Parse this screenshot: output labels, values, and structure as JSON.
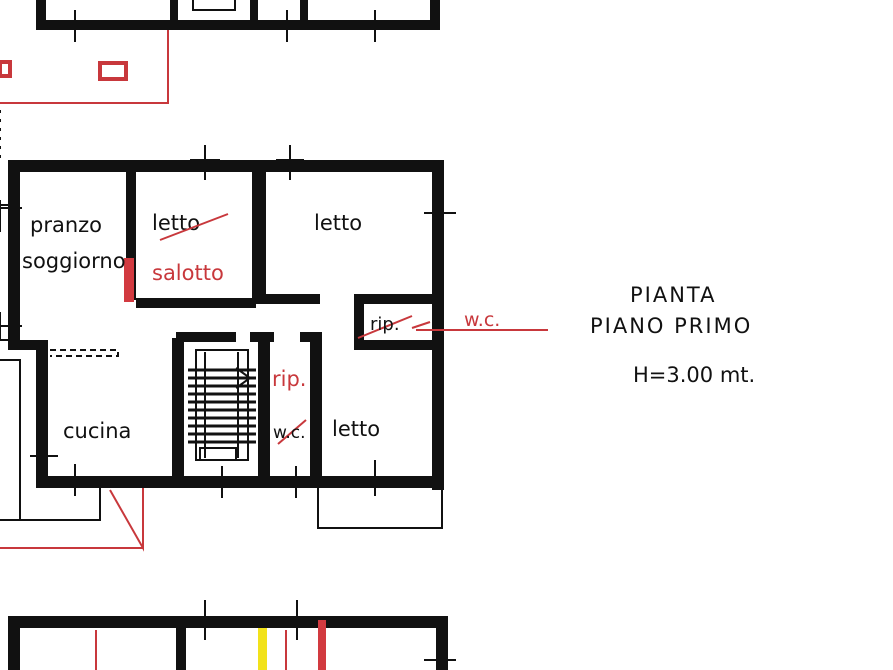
{
  "plan": {
    "title_line1": "PIANTA",
    "title_line2": "PIANO PRIMO",
    "height_note": "H=3.00 mt.",
    "rooms": {
      "pranzo": "pranzo",
      "soggiorno": "soggiorno",
      "letto_struck": "letto",
      "salotto": "salotto",
      "letto_top_right": "letto",
      "rip_struck": "rip.",
      "wc_new": "w.c.",
      "cucina": "cucina",
      "rip_red": "rip.",
      "wc_small": "w.c.",
      "letto_bottom_right": "letto"
    },
    "colors": {
      "wall": "#111111",
      "modification": "#c8383c",
      "accent_yellow": "#f2e21a"
    }
  }
}
